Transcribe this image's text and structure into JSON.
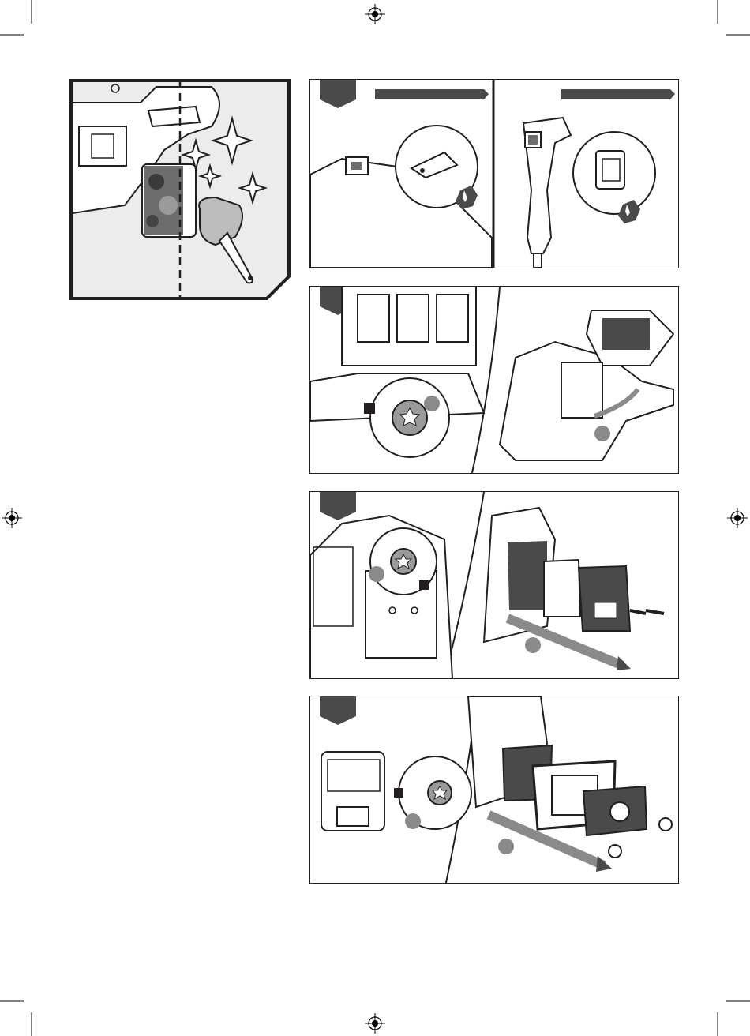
{
  "page": {
    "background": "#ffffff",
    "ink": "#231f20",
    "tab_color": "#4a4a4a",
    "callout_color": "#8a8a8a"
  },
  "marks": {
    "registration": "registration-crosshair",
    "crop": "crop-mark"
  },
  "panels": [
    {
      "id": "cleaning",
      "description_icon": "brush-cleaning-icon"
    },
    {
      "id": "step-1",
      "subpanels": [
        "switch-left",
        "switch-right"
      ]
    },
    {
      "id": "step-2",
      "callouts": 2
    },
    {
      "id": "step-3",
      "callouts": 2
    },
    {
      "id": "step-4",
      "callouts": 2
    }
  ]
}
